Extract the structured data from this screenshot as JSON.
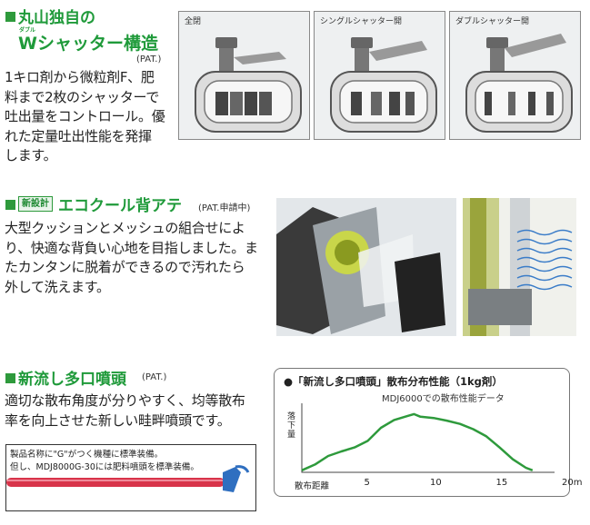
{
  "section1": {
    "title_line1": "丸山独自の",
    "title_line2": "Wシャッター構造",
    "ruby": "ダブル",
    "pat": "(PAT.)",
    "body": [
      "1キロ剤から微粒剤F、肥",
      "料まで2枚のシャッターで",
      "吐出量をコントロール。優",
      "れた定量吐出性能を発揮",
      "します。"
    ],
    "panels": [
      "全閉",
      "シングルシャッター開",
      "ダブルシャッター開"
    ]
  },
  "section2": {
    "badge": "新設計",
    "title": "エコクール背アテ",
    "pat": "(PAT.申請中)",
    "body": [
      "大型クッションとメッシュの組合せによ",
      "り、快適な背負い心地を目指しました。ま",
      "たカンタンに脱着ができるので汚れたら",
      "外して洗えます。"
    ]
  },
  "section3": {
    "title": "新流し多口噴頭",
    "pat": "(PAT.)",
    "body": [
      "適切な散布角度が分りやすく、均等散布",
      "率を向上させた新しい畦畔噴頭です。"
    ],
    "note": [
      "製品名称に\"G\"がつく機種に標準装備。",
      "但し、MDJ8000G-30には肥料噴頭を標準装備。"
    ]
  },
  "chart_data": {
    "type": "line",
    "title": "●「新流し多口噴頭」散布分布性能（1kg剤）",
    "subtitle": "MDJ6000での散布性能データ",
    "ylabel": "落下量",
    "xlabel": "散布距離",
    "x_ticks": [
      "5",
      "10",
      "15",
      "20m"
    ],
    "xlim": [
      0,
      20
    ],
    "ylim": [
      0,
      1
    ],
    "line_color": "#2e9a3c",
    "series": [
      {
        "x": [
          0,
          1,
          2,
          3,
          4,
          5,
          6,
          7,
          8,
          8.5,
          9,
          10,
          11,
          12,
          13,
          14,
          15,
          16,
          17,
          17.5
        ],
        "y": [
          0.03,
          0.12,
          0.25,
          0.32,
          0.38,
          0.48,
          0.68,
          0.8,
          0.86,
          0.89,
          0.85,
          0.83,
          0.79,
          0.74,
          0.66,
          0.55,
          0.38,
          0.2,
          0.07,
          0.03
        ]
      }
    ]
  },
  "colors": {
    "green": "#2e9a3c",
    "hose": "#d8344a",
    "nozzle": "#2f6fc0"
  }
}
